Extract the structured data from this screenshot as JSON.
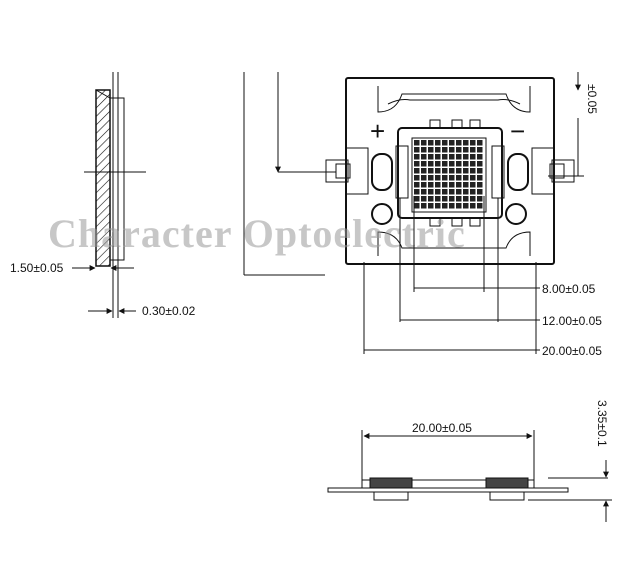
{
  "watermark": "Character Optoelectric",
  "side_view": {
    "thickness_label": "1.50±0.05",
    "gap_label": "0.30±0.02"
  },
  "top_view": {
    "vertical_label": "±0.05",
    "inner_width_label": "8.00±0.05",
    "middle_width_label": "12.00±0.05",
    "outer_width_label": "20.00±0.05"
  },
  "bottom_view": {
    "width_label": "20.00±0.05",
    "height_label": "3.35±0.1"
  },
  "symbols": {
    "plus": "+",
    "minus": "−"
  }
}
